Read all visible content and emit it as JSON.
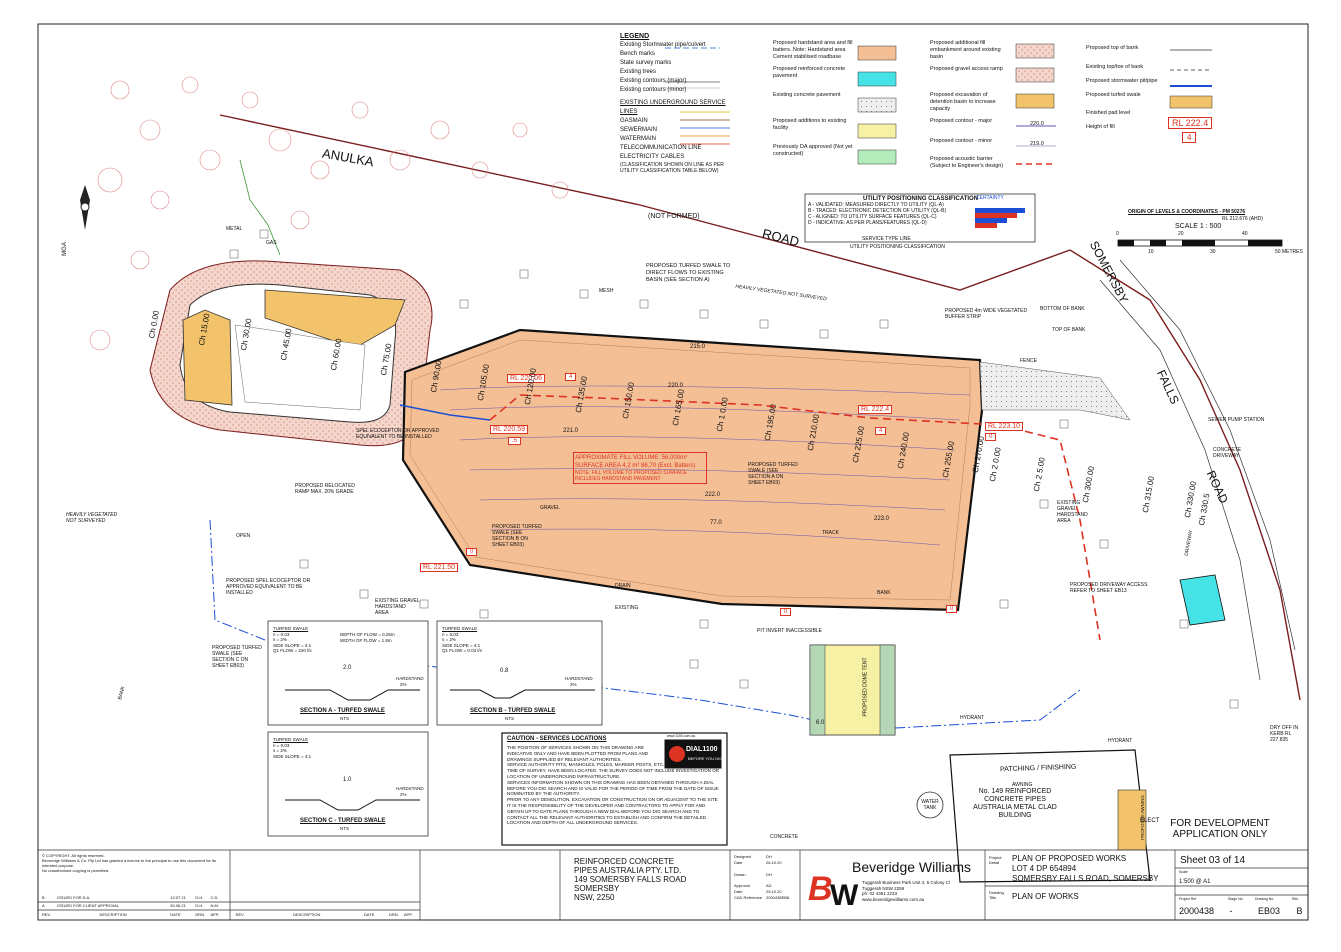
{
  "legend": {
    "title": "LEGEND",
    "col1": [
      "Existing Stormwater pipe/culvert",
      "Bench marks",
      "State survey marks",
      "Existing trees",
      "Existing contours (major)",
      "Existing contours (minor)"
    ],
    "services_title": "EXISTING UNDERGROUND SERVICE LINES",
    "services": [
      "GASMAIN",
      "SEWERMAIN",
      "WATERMAIN",
      "TELECOMMUNICATION LINE",
      "ELECTRICITY CABLES"
    ],
    "services_note": "(CLASSIFICATION SHOWN ON LINE AS PER UTILITY CLASSIFICATION TABLE BELOW)",
    "col2": [
      "Proposed hardstand area and fill batters. Note: Hardstand area Cement stabilised roadbase",
      "Proposed reinforced concrete pavement",
      "Existing concrete pavement",
      "Proposed additions to existing facility",
      "Previously DA approved (Not yet constructed)"
    ],
    "col3": [
      "Proposed additional fill embankment around existing basin",
      "Proposed gravel access ramp",
      "Proposed excavation of detention basin to increase capacity",
      "Proposed contour - major",
      "Proposed contour - minor",
      "Proposed acoustic barrier (Subject to Engineer's design)"
    ],
    "contour_major": "220.0",
    "contour_minor": "219.0",
    "col4": [
      "Proposed top of bank",
      "Existing top/toe of bank",
      "Proposed stormwater pit/pipe",
      "Proposed turfed swale",
      "Finished pad level",
      "Height of fill"
    ],
    "pad_level": "RL 222.4",
    "fill_height": "4"
  },
  "utility": {
    "title": "UTILITY POSITIONING CLASSIFICATION",
    "certainty": "CERTAINTY",
    "rows": [
      "A - VALIDATED: MEASURED DIRECTLY TO UTILITY (QL-A)",
      "B - TRACED: ELECTRONIC DETECTION OF UTILITY (QL-B)",
      "C - ALIGNED: TO UTILITY SURFACE FEATURES (QL-C)",
      "D - INDICATIVE: AS PER PLANS/FEATURES (QL-D)"
    ],
    "service_type": "SERVICE TYPE LINE",
    "positioning": "UTILITY POSITIONING CLASSIFICATION"
  },
  "origin": {
    "title": "ORIGIN OF LEVELS & COORDINATES - PM 50276",
    "rl": "RL 212.676 (AHD)",
    "scale": "SCALE  1 : 500",
    "ticks": [
      "0",
      "10",
      "20",
      "30",
      "40",
      "50 METRES"
    ]
  },
  "map": {
    "roads": [
      "ANULKA",
      "ROAD",
      "SOMERSBY",
      "FALLS",
      "ROAD"
    ],
    "not_formed": "(NOT FORMED)",
    "north": "MGA",
    "swale_note": "PROPOSED TURFED SWALE TO DIRECT FLOWS TO EXISTING BASIN (SEE SECTION A)",
    "heavily_vegetated": "HEAVILY VEGETATED NOT SURVEYED",
    "buffer_strip": "PROPOSED 4m WIDE VEGETATED BUFFER STRIP",
    "bottom_of_bank": "BOTTOM OF BANK",
    "top_of_bank": "TOP OF BANK",
    "fence": "FENCE",
    "sewer_pump": "SEWER PUMP STATION",
    "spel1": "SPEL ECOCEPTOR OR APPROVED EQUIVALENT TO BE INSTALLED",
    "spel2": "PROPOSED SPEL ECOCEPTOR OR APPROVED EQUIVALENT TO BE INSTALLED",
    "ramp": "PROPOSED RELOCATED RAMP MAX. 20% GRADE",
    "heavily_vegetated2": "HEAVILY VEGETATED NOT SURVEYED",
    "fill_volume": "APPROXIMATE FILL VOLUME: 56,000m³ SURFACE AREA 4,2 m² 86,70 (Excl. Batters)",
    "fill_note": "NOTE: FILL VOLUME TO PROPOSED SURFACE INCLUDES HARDSTAND PAVEMENT",
    "swale_b": "PROPOSED TURFED SWALE (SEE SECTION B ON SHEET EB03)",
    "swale_a": "PROPOSED TURFED SWALE (SEE SECTION A ON SHEET EB03)",
    "swale_c": "PROPOSED TURFED SWALE (SEE SECTION C ON SHEET EB03)",
    "rl_labels": [
      "RL 220.06",
      "RL 220.59",
      "RL 222.4",
      "RL 223.10",
      "RL 221.50"
    ],
    "fill_heights": [
      "4",
      ".5",
      "4",
      "0",
      "0",
      "0",
      "0"
    ],
    "chainages_basin": [
      "Ch 0.00",
      "Ch 15.00",
      "Ch 30.00",
      "Ch 45.00",
      "Ch 60.00",
      "Ch 75.00"
    ],
    "chainages_pad": [
      "Ch 90.00",
      "Ch 105.00",
      "Ch 120.00",
      "Ch 135.00",
      "Ch 150.00",
      "Ch 165.00",
      "Ch 1 0.00",
      "Ch 195.00",
      "Ch 210.00",
      "Ch 225.00",
      "Ch 240.00",
      "Ch 255.00",
      "Ch 270.00",
      "Ch 2 0.00",
      "Ch 2 5.00",
      "Ch 300.00",
      "Ch 315.00",
      "Ch 330.00",
      "Ch 330.5"
    ],
    "contours": [
      "215.0",
      "220.0",
      "221.0",
      "222.0",
      "223.0",
      "77.0"
    ],
    "misc": [
      "GRAVEL",
      "TRACK",
      "DRAIN",
      "BANK",
      "OPEN",
      "EXISTING",
      "EXISTING GRAVEL HARDSTAND AREA",
      "EXISTING GRAVEL HARDSTAND AREA",
      "DRIVEWAY",
      "HYDRANT",
      "HYDRANT",
      "CONCRETE",
      "AWNING",
      "PIT INVERT INACCESSIBLE",
      "METAL",
      "GAS",
      "MESH",
      "BANK",
      "CONCRETE DRIVEWAY"
    ],
    "driveway": "PROPOSED DRIVEWAY ACCESS REFER TO SHEET EB13",
    "dome_tent": "PROPOSED DOME TENT",
    "dim": "6.0",
    "patching": "PATCHING / FINISHING",
    "water_tank": "WATER TANK",
    "building": "No. 149 REINFORCED CONCRETE PIPES AUSTRALIA METAL CLAD BUILDING",
    "elect": "ELECT",
    "dev_app": "FOR DEVELOPMENT APPLICATION ONLY",
    "proposed_awning": "PROPOSED AWNING",
    "dry_off": "DRY OFF IN KERB RL 227.835"
  },
  "sections": [
    {
      "title": "SECTION A - TURFED SWALE",
      "params": [
        "TURFED SWALE",
        "n = 0.03",
        "s = 2%",
        "SIDE SLOPE = 4:1",
        "Q1 FLOW = 220 l/s"
      ],
      "extra": [
        "DEPTH OF FLOW = 0.25m",
        "WIDTH OF FLOW = 1.8m"
      ],
      "width": "2.0",
      "hardstand": "HARDSTAND",
      "pct": "2%",
      "nts": "NTS"
    },
    {
      "title": "SECTION B - TURFED SWALE",
      "params": [
        "TURFED SWALE",
        "n = 0.03",
        "s = 2%",
        "SIDE SLOPE = 4:1",
        "Q1 FLOW = 0.03 l/s"
      ],
      "extra": [],
      "width": "0.8",
      "hardstand": "HARDSTAND",
      "pct": "2%",
      "nts": "NTS"
    },
    {
      "title": "SECTION C - TURFED SWALE",
      "params": [
        "TURFED SWALE",
        "n = 0.03",
        "s = 2%",
        "SIDE SLOPE = 4:1"
      ],
      "extra": [],
      "width": "1.0",
      "hardstand": "HARDSTAND",
      "pct": "2%",
      "nts": "NTS"
    }
  ],
  "caution": {
    "title": "CAUTION - SERVICES LOCATIONS",
    "items": [
      "THE POSITION OF SERVICES SHOWN ON THIS DRAWING ARE INDICATIVE ONLY AND HAVE BEEN PLOTTED FROM PLANS AND DRAWINGS SUPPLIED BY RELEVANT AUTHORITIES.",
      "SERVICE AUTHORITY PITS, MANHOLES, POLES, MARKER POSTS, ETC., WHERE SIGHTED AT TIME OF SURVEY, HAVE BEEN LOCATED. THE SURVEY DOES NOT INCLUDE INVESTIGATION OR LOCATION OF UNDERGROUND INFRASTRUCTURE.",
      "SERVICES INFORMATION SHOWN ON THIS DRAWING HAS BEEN OBTAINED THROUGH A DIAL BEFORE YOU DIG SEARCH AND IS VALID FOR THE PERIOD OF TIME FROM THE DATE OF ISSUE NOMINATED BY THE AUTHORITY.",
      "PRIOR TO ANY DEMOLITION, EXCAVATION OR CONSTRUCTION ON OR ADJACENT TO THE SITE IT IS THE RESPONSIBILITY OF THE DEVELOPER AND CONTRACTORS TO APPLY FOR AND OBTAIN UP TO DATE PLANS THROUGH A NEW DIAL BEFORE YOU DIG SEARCH AND TO CONTACT ALL THE RELEVANT AUTHORITIES TO ESTABLISH AND CONFIRM THE DETAILED LOCATION AND DEPTH OF ALL UNDERGROUND SERVICES."
    ],
    "dial_site": "www.1100.com.au",
    "dial": "DIAL1100",
    "dial_sub": "BEFORE YOU DIG"
  },
  "title_block": {
    "copyright": "© COPYRIGHT. All rights reserved.",
    "copyright2": "Beveridge Williams & Co. Pty Ltd has granted a licence to the principal to use this document for its intended purpose.",
    "copyright3": "No unauthorised copying is permitted.",
    "revisions": [
      {
        "rev": "B",
        "desc": "ISSUED FOR D.A.",
        "date": "13.07.21",
        "drn": "D.H.",
        "app": "C.D."
      },
      {
        "rev": "A",
        "desc": "ISSUED FOR CLIENT APPROVAL",
        "date": "30.06.21",
        "drn": "D.H.",
        "app": "N.M."
      }
    ],
    "rev_headers": [
      "REV",
      "DESCRIPTION",
      "DATE",
      "DRN.",
      "APP.",
      "REV",
      "DESCRIPTION",
      "DATE",
      "DRN.",
      "APP."
    ],
    "client": [
      "REINFORCED CONCRETE",
      "PIPES AUSTRALIA PTY. LTD.",
      "149 SOMERSBY FALLS ROAD",
      "SOMERSBY",
      "NSW, 2250"
    ],
    "meta": [
      {
        "k": "Designed",
        "v": "DH"
      },
      {
        "k": "Date",
        "v": "26.10.20"
      },
      {
        "k": "Drawn",
        "v": "DH"
      },
      {
        "k": "Approval",
        "v": "AD"
      },
      {
        "k": "Date",
        "v": "29.10.20"
      },
      {
        "k": "CAD Reference",
        "v": "2000438EB8"
      }
    ],
    "firm": "Beveridge Williams",
    "firm_addr": [
      "Tuggerah Business Park Unit 4, 5 Colony Cl",
      "Tuggerah NSW 2259",
      "ph: 02 4351 2233",
      "www.beveridgewilliams.com.au"
    ],
    "project_label": "Project Detail",
    "project": [
      "PLAN OF PROPOSED WORKS",
      "LOT 4 DP 654894",
      "SOMERSBY FALLS ROAD, SOMERSBY"
    ],
    "drawing_label": "Drawing Title",
    "drawing": "PLAN OF WORKS",
    "sheet": "Sheet  03 of 14",
    "scale_label": "Scale",
    "scale": "1:500 @ A1",
    "ref_labels": [
      "Project Ref",
      "Stage No.",
      "Drawing No.",
      "Rev."
    ],
    "ref_values": [
      "2000438",
      "-",
      "EB03",
      "B"
    ]
  }
}
